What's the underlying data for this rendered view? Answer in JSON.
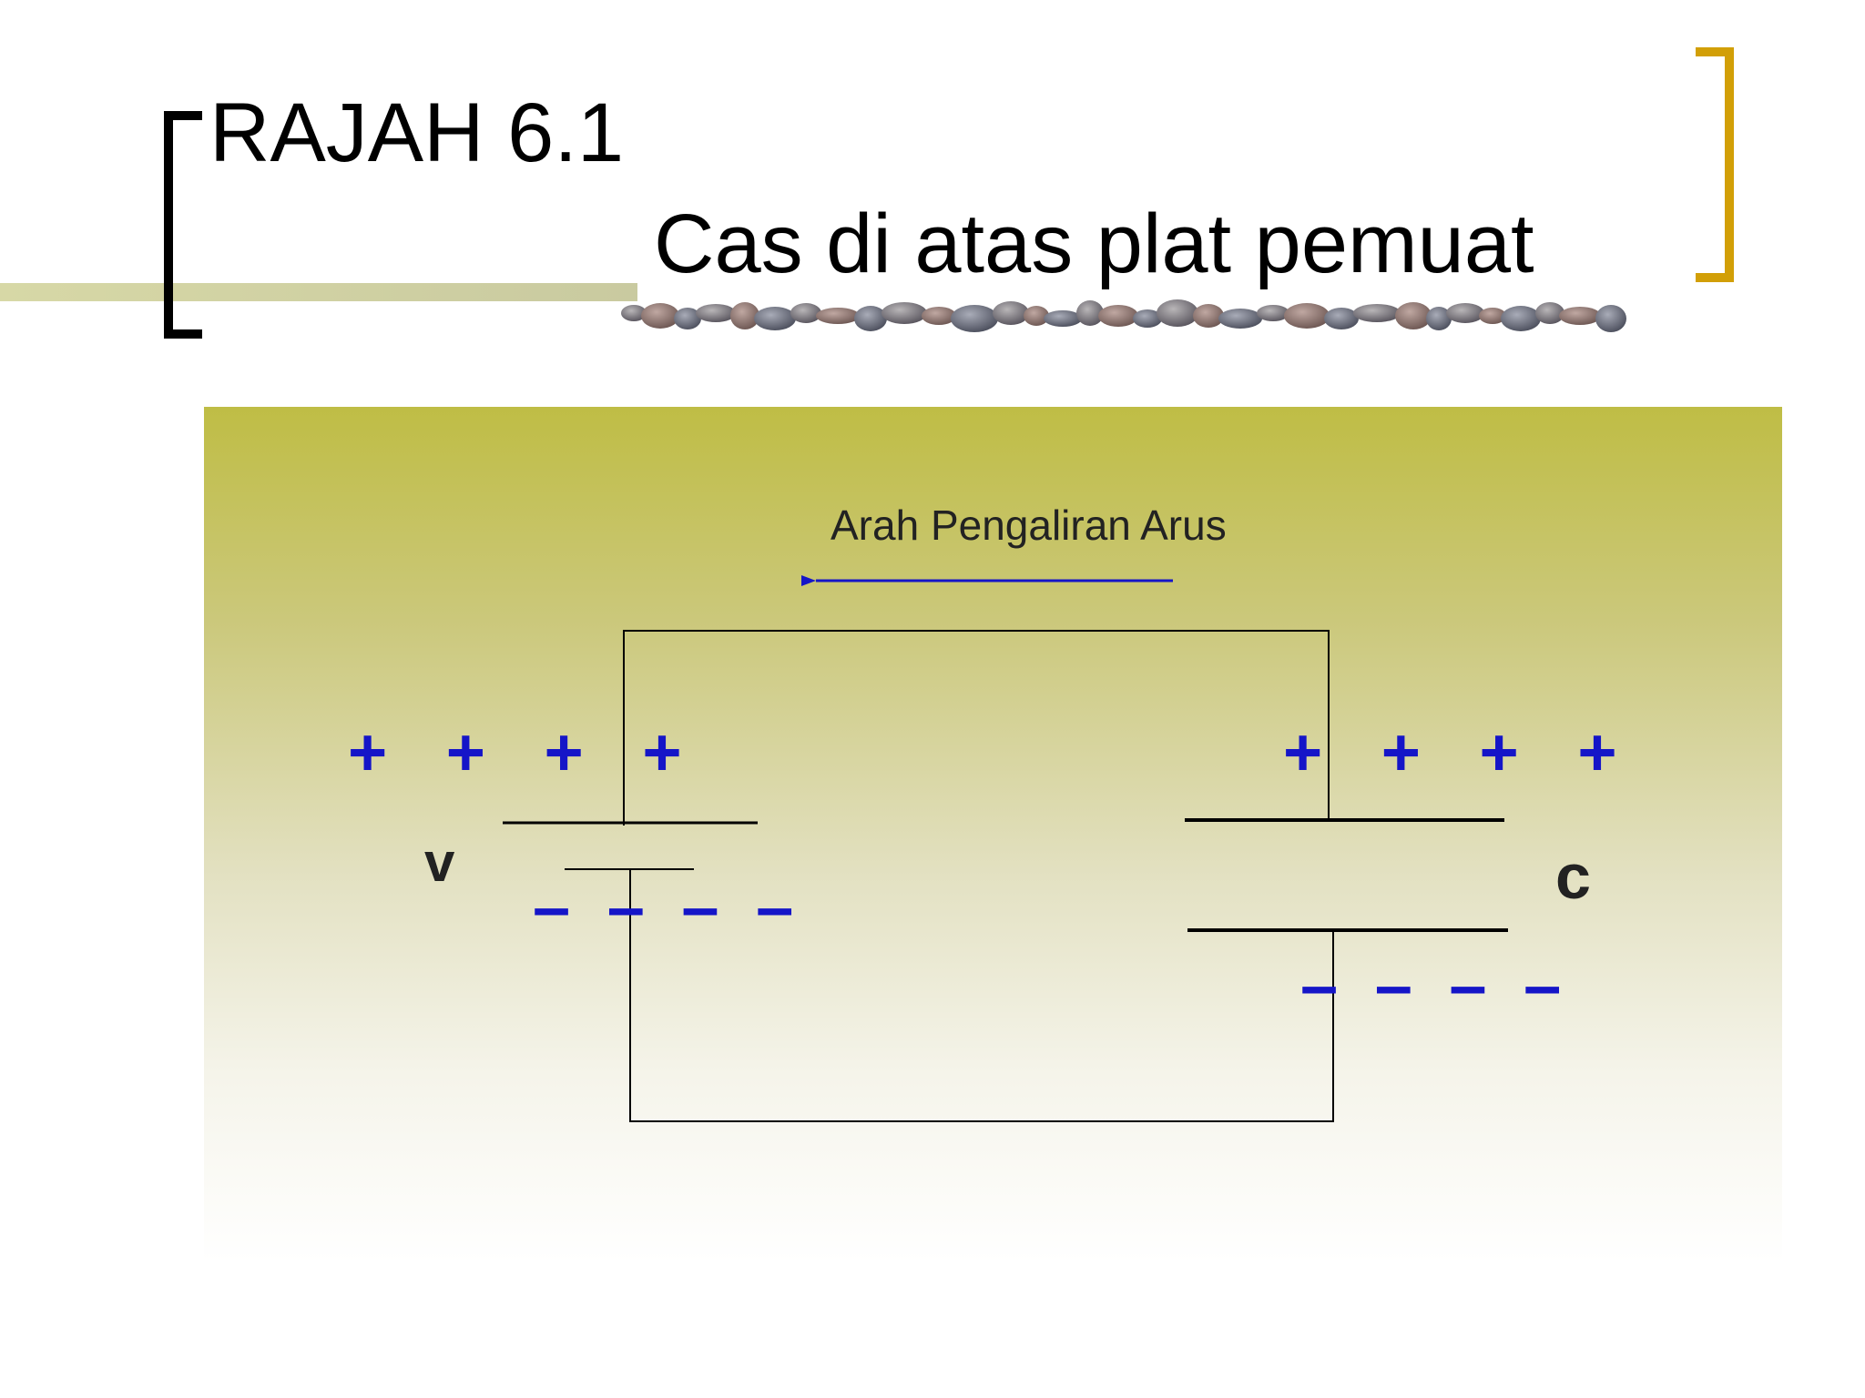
{
  "slide": {
    "title_line1": "RAJAH 6.1",
    "title_line2": "Cas di atas plat pemuat"
  },
  "diagram": {
    "current_direction_label": "Arah Pengaliran Arus",
    "battery": {
      "label": "v",
      "positive_charges": "+ + + +",
      "negative_charges": "– – – –"
    },
    "capacitor": {
      "label": "c",
      "positive_charges": "+ + + +",
      "negative_charges": "– – – –"
    }
  },
  "colors": {
    "charge": "#1515c8",
    "arrow": "#1515c8",
    "bracket_right": "#d29f07",
    "panel_top": "#bfbd45"
  }
}
